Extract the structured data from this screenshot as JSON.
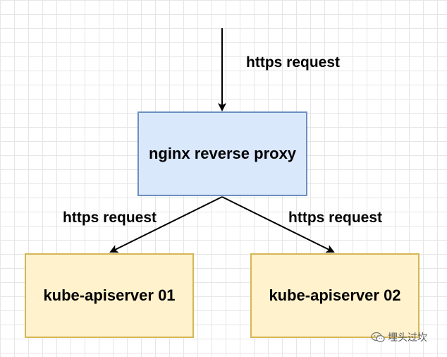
{
  "nodes": {
    "proxy": {
      "label": "nginx reverse proxy",
      "fill": "#dae8fc",
      "stroke": "#6c8ebf"
    },
    "apiserver_1": {
      "label": "kube-apiserver 01",
      "fill": "#fff2cc",
      "stroke": "#d6b656"
    },
    "apiserver_2": {
      "label": "kube-apiserver 02",
      "fill": "#fff2cc",
      "stroke": "#d6b656"
    }
  },
  "edges": {
    "incoming": {
      "label": "https request"
    },
    "to_apiserver_1": {
      "label": "https request"
    },
    "to_apiserver_2": {
      "label": "https request"
    }
  },
  "watermark": {
    "icon": "wechat-icon",
    "text": "埋头过坎"
  },
  "colors": {
    "grid": "#e6e6e6",
    "arrow": "#000000"
  }
}
